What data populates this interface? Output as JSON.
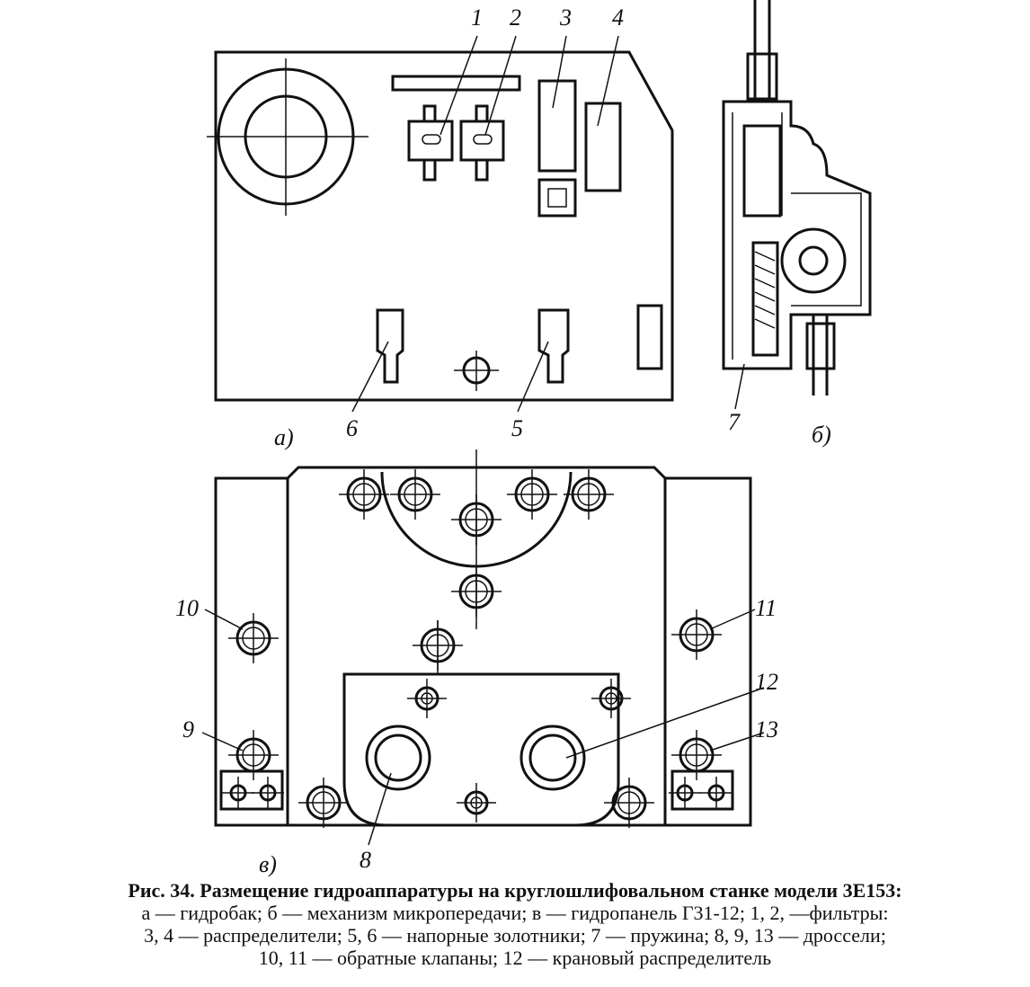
{
  "labels": {
    "n1": "1",
    "n2": "2",
    "n3": "3",
    "n4": "4",
    "n5": "5",
    "n6": "6",
    "n7": "7",
    "n8": "8",
    "n9": "9",
    "n10": "10",
    "n11": "11",
    "n12": "12",
    "n13": "13",
    "a": "а)",
    "b": "б)",
    "v": "в)"
  },
  "caption": {
    "line1": "Рис. 34. Размещение гидроаппаратуры на круглошлифовальном станке модели 3Е153:",
    "line2": "а — гидробак; б — механизм микропередачи; в — гидропанель Г31-12; 1, 2, —фильтры:",
    "line3": "3, 4 — распределители; 5, 6 — напорные золотники; 7 — пружина; 8, 9, 13 — дроссели;",
    "line4": "10, 11 — обратные клапаны; 12 — крановый распределитель"
  }
}
